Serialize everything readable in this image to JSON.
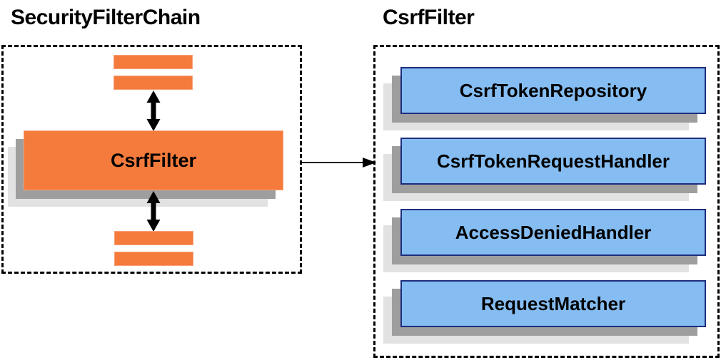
{
  "colors": {
    "canvas-bg": "#ffffff",
    "orange": "#f47b3c",
    "orange-border": "#f8a077",
    "blue": "#85bdf2",
    "blue-border": "#1e2d7d",
    "shadow-dark": "#9e9e9e",
    "shadow-light": "#e2e2e2",
    "line": "#000000"
  },
  "left_panel": {
    "title": "SecurityFilterChain",
    "filter_label": "CsrfFilter"
  },
  "right_panel": {
    "title": "CsrfFilter",
    "components": [
      {
        "label": "CsrfTokenRepository"
      },
      {
        "label": "CsrfTokenRequestHandler"
      },
      {
        "label": "AccessDeniedHandler"
      },
      {
        "label": "RequestMatcher"
      }
    ]
  }
}
